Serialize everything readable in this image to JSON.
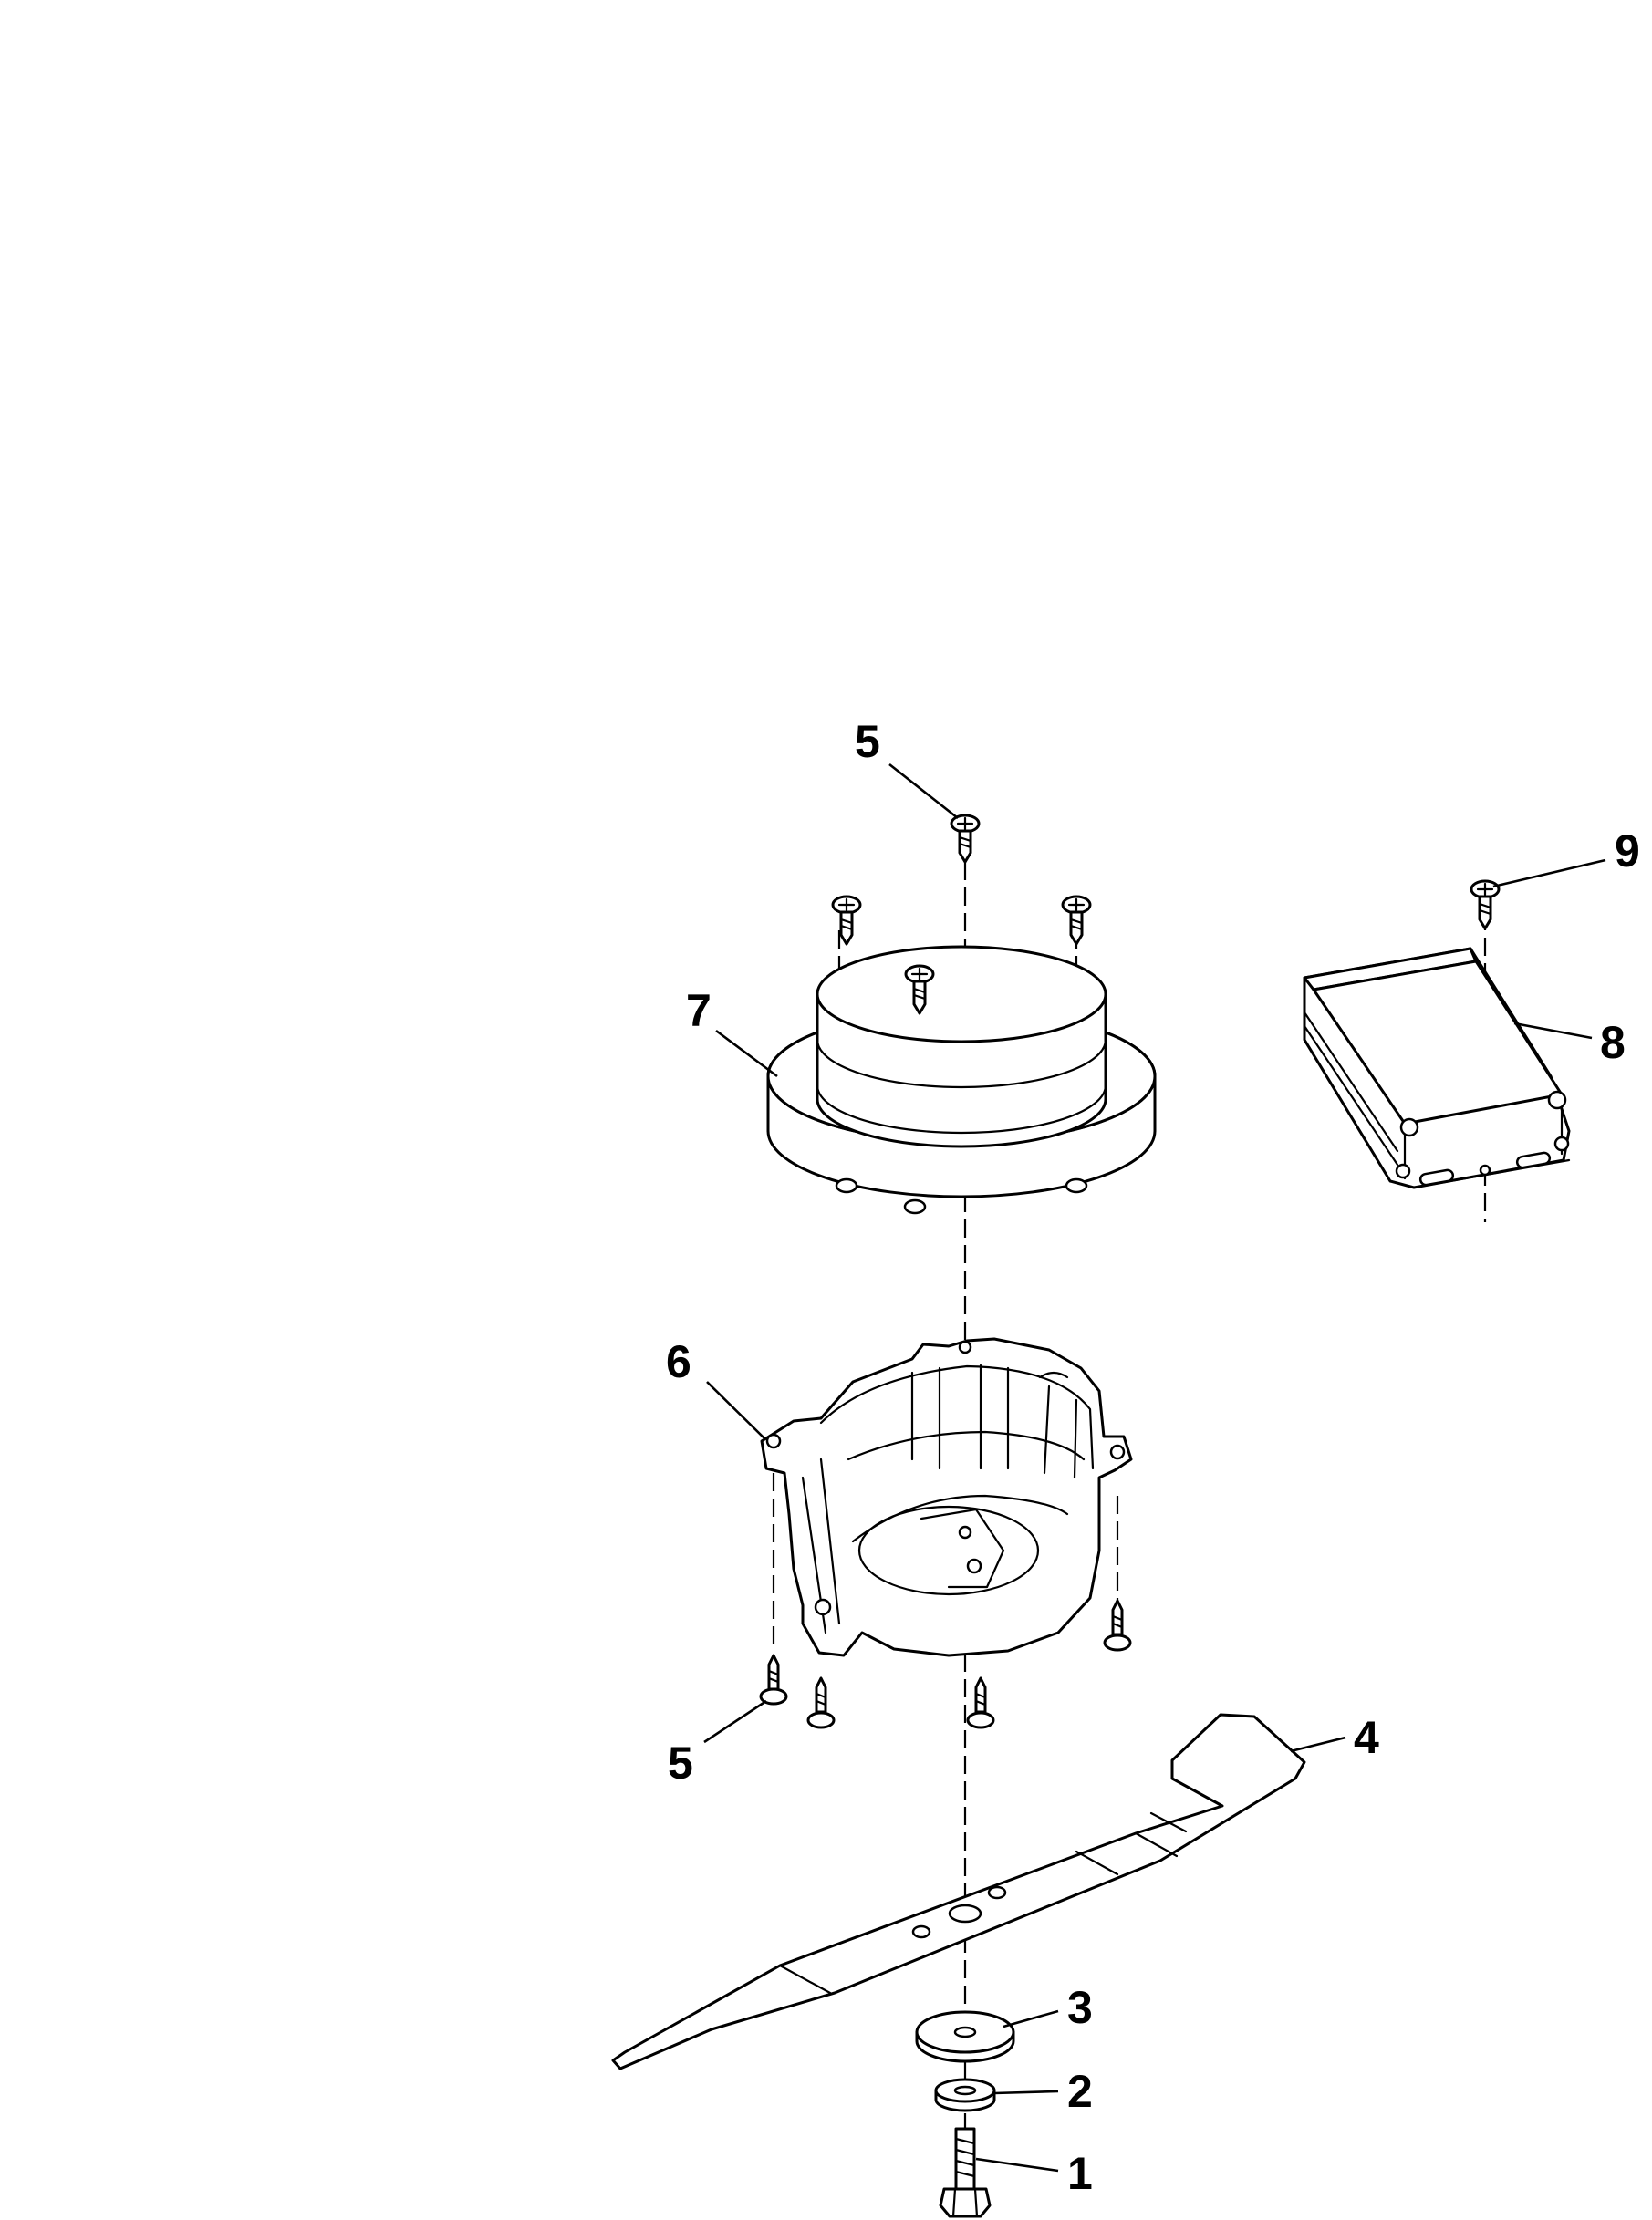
{
  "callouts": [
    {
      "id": "c1",
      "label": "1"
    },
    {
      "id": "c2",
      "label": "2"
    },
    {
      "id": "c3",
      "label": "3"
    },
    {
      "id": "c4",
      "label": "4"
    },
    {
      "id": "c5a",
      "label": "5"
    },
    {
      "id": "c5b",
      "label": "5"
    },
    {
      "id": "c6",
      "label": "6"
    },
    {
      "id": "c7",
      "label": "7"
    },
    {
      "id": "c8",
      "label": "8"
    },
    {
      "id": "c9",
      "label": "9"
    }
  ]
}
